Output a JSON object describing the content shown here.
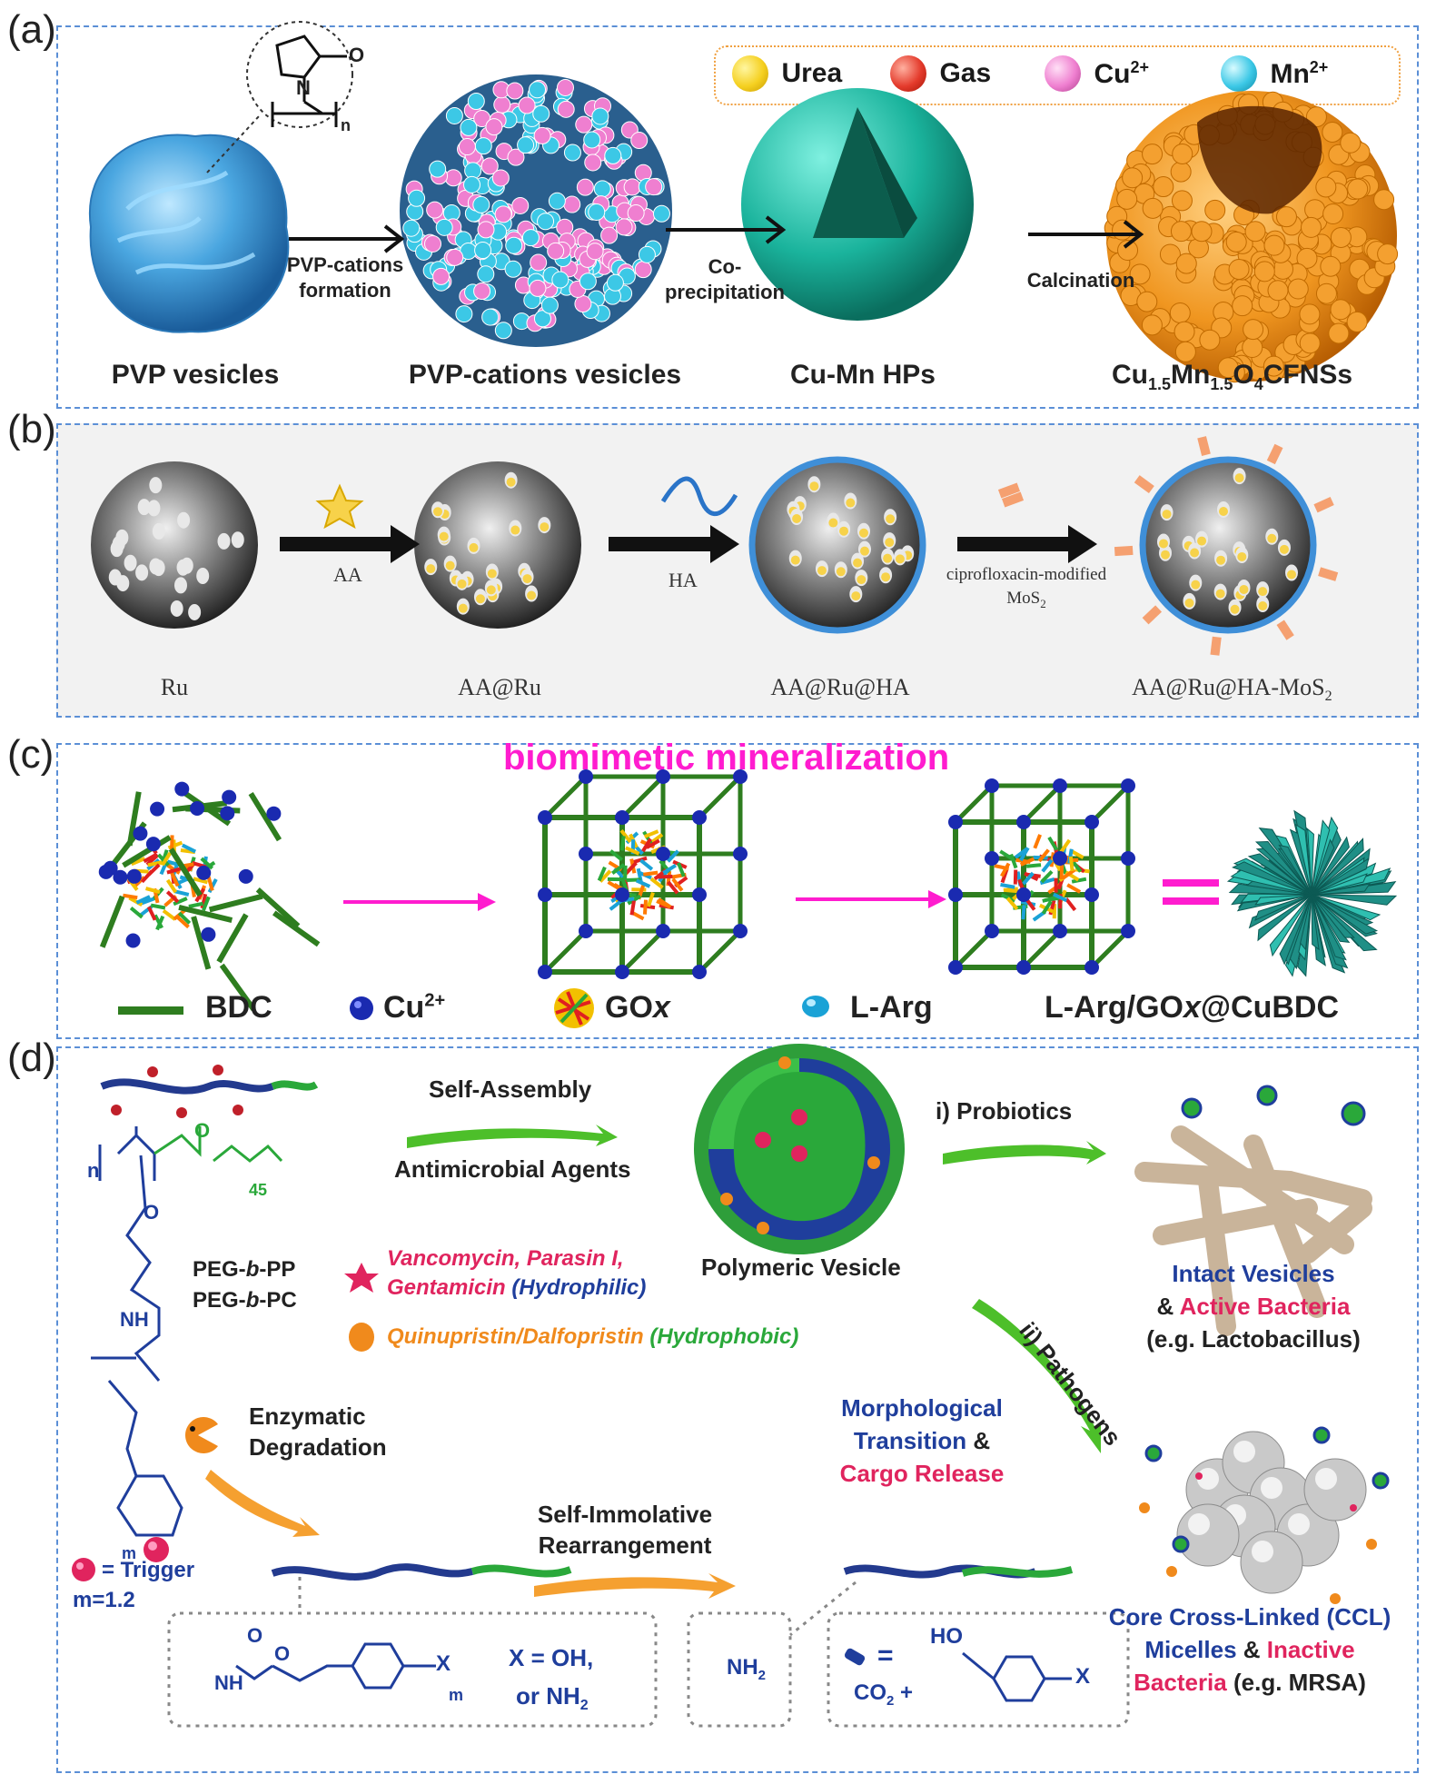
{
  "panel_a": {
    "letter": "(a)",
    "legend": [
      {
        "label": "Urea",
        "color": "#f5d020"
      },
      {
        "label": "Gas",
        "color": "#e43b2c"
      },
      {
        "label": "Cu",
        "sup": "2+",
        "color": "#ef7fd0"
      },
      {
        "label": "Mn",
        "sup": "2+",
        "color": "#3cc8e6"
      }
    ],
    "monomer": {
      "o": "O",
      "n": "N",
      "sub": "n"
    },
    "stages": [
      "PVP vesicles",
      "PVP-cations vesicles",
      "Cu-Mn HPs"
    ],
    "final": {
      "a": "Cu",
      "a_sub": "1.5",
      "b": "Mn",
      "b_sub": "1.5",
      "c": "O",
      "c_sub": "4",
      "d": "CFNSs"
    },
    "arrows": [
      {
        "line1": "PVP-cations",
        "line2": "formation"
      },
      {
        "line1": "Co-",
        "line2": "precipitation"
      },
      {
        "line1": "Calcination",
        "line2": ""
      }
    ]
  },
  "panel_b": {
    "letter": "(b)",
    "stages": [
      "Ru",
      "AA@Ru",
      "AA@Ru@HA"
    ],
    "final": {
      "a": "AA@Ru@HA-MoS",
      "sub": "2"
    },
    "arrows": [
      "AA",
      "HA"
    ],
    "arrow3": {
      "line1": "ciprofloxacin-modified",
      "line2": "MoS",
      "sub": "2"
    }
  },
  "panel_c": {
    "letter": "(c)",
    "title": "biomimetic mineralization",
    "legend": {
      "bdc": "BDC",
      "cu": "Cu",
      "cu_sup": "2+",
      "gox": "GO",
      "gox_x": "x",
      "larg": "L-Arg",
      "product_a": "L-Arg/GO",
      "product_x": "x",
      "product_b": "@CuBDC"
    }
  },
  "panel_d": {
    "letter": "(d)",
    "polymer_labels": {
      "n": "n",
      "m45": "45",
      "m": "m",
      "o": "O",
      "nh": "NH"
    },
    "peg_pp": {
      "a": "PEG-",
      "b": "b",
      "c": "-PP"
    },
    "peg_pc": {
      "a": "PEG-",
      "b": "b",
      "c": "-PC"
    },
    "self_assembly": "Self-Assembly",
    "antimicrobial": "Antimicrobial Agents",
    "drugs_hydrophilic": {
      "a": "Vancomycin, Parasin I,",
      "b": "Gentamicin",
      "c": "(Hydrophilic)"
    },
    "drugs_hydrophobic": {
      "a": "Quinupristin/Dalfopristin",
      "b": "(Hydrophobic)"
    },
    "vesicle": "Polymeric Vesicle",
    "probiotics": "i) Probiotics",
    "pathogens": "ii) Pathogens",
    "intact": {
      "a": "Intact Vesicles",
      "b": "&",
      "c": "Active Bacteria",
      "d": "(e.g. Lactobacillus)"
    },
    "enzymatic": {
      "a": "Enzymatic",
      "b": "Degradation"
    },
    "morph": {
      "a": "Morphological",
      "b": "Transition",
      "c": "&",
      "d": "Cargo Release"
    },
    "self_immolative": {
      "a": "Self-Immolative",
      "b": "Rearrangement"
    },
    "trigger": {
      "a": "= Trigger",
      "b": "m=1.2"
    },
    "ccl": {
      "a": "Core Cross-Linked (CCL)",
      "b": "Micelles",
      "c": "&",
      "d": "Inactive",
      "e": "Bacteria",
      "f": "(e.g. MRSA)"
    },
    "box1": {
      "nh": "NH",
      "o": "O",
      "x": "X",
      "m": "m",
      "x_eq": "X = OH,",
      "or": "or NH",
      "or_sub": "2"
    },
    "box2": {
      "nh2": "NH",
      "sub": "2"
    },
    "box3": {
      "eq": "=",
      "ho": "HO",
      "co2": "CO",
      "co2_sub": "2",
      "plus": "+",
      "x": "X"
    }
  },
  "colors": {
    "panel_border": "#5b8fd6",
    "magenta": "#ff1ccf",
    "dark_blue": "#1f3e9c",
    "crimson": "#e0245e",
    "orange": "#f08a1c",
    "green": "#2aa83a"
  }
}
